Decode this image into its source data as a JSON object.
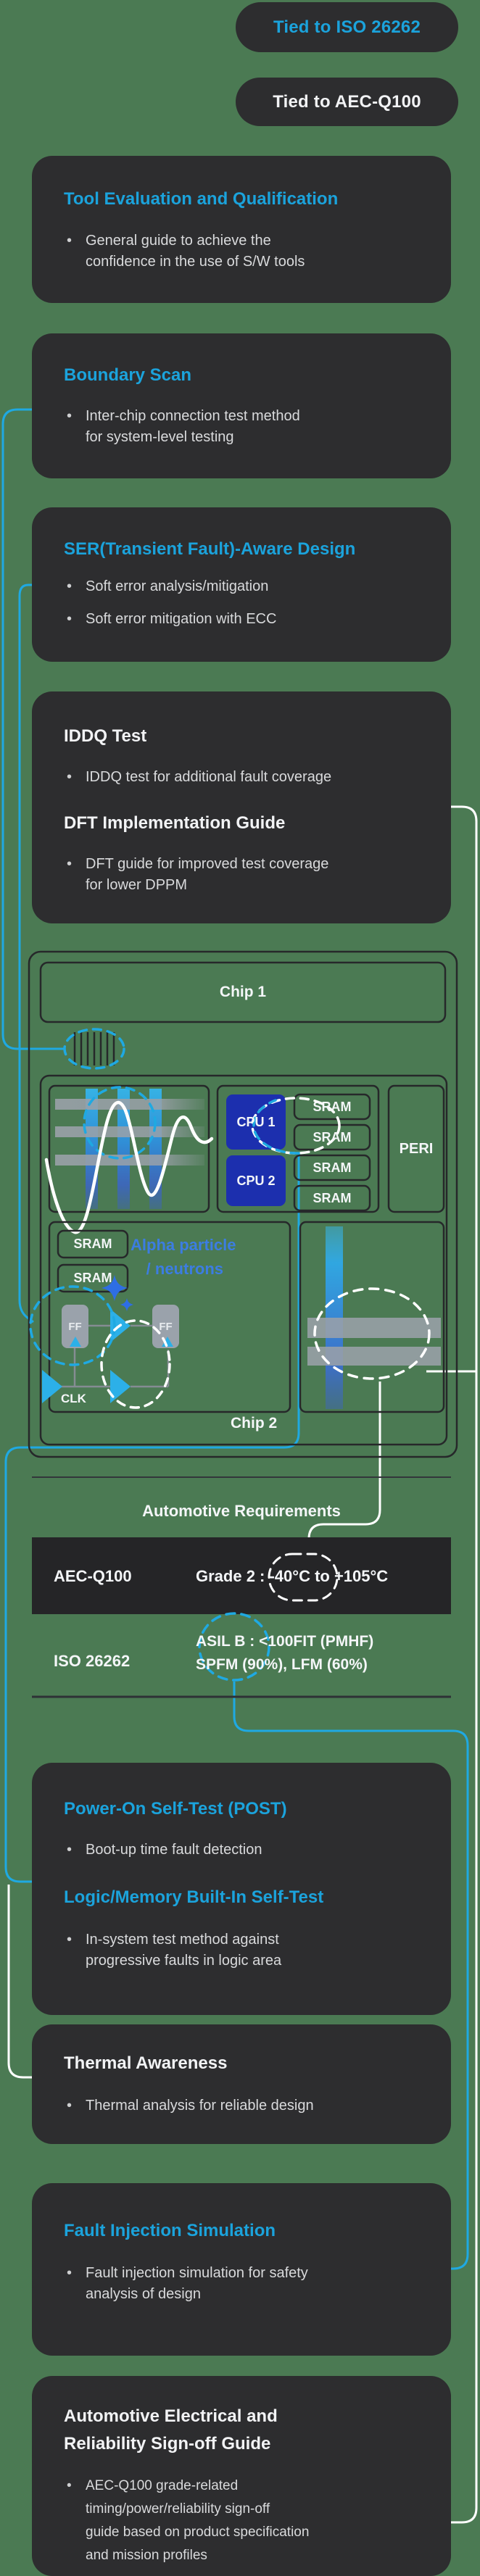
{
  "ui": {
    "bullet": "•"
  },
  "colors": {
    "background": "#4b7a53",
    "card": "#2d2d2f",
    "accent_cyan": "#1ba3dc",
    "line_cyan": "#1fa9e2",
    "line_white": "#ffffff",
    "cpu_blue": "#1c2fae",
    "alpha_blue": "#3c7de2",
    "table_band": "#252527"
  },
  "pills": {
    "iso": {
      "label": "Tied to ISO 26262"
    },
    "aec": {
      "label": "Tied to AEC-Q100"
    }
  },
  "cards": {
    "tool": {
      "heading": "Tool Evaluation and Qualification",
      "lines": [
        "General guide to achieve the",
        "confidence in the use of S/W tools"
      ]
    },
    "boundary": {
      "heading": "Boundary Scan",
      "lines": [
        "Inter-chip connection test method",
        "for system-level testing"
      ]
    },
    "ser": {
      "heading": "SER(Transient Fault)-Aware Design",
      "b1": "Soft error analysis/mitigation",
      "b2": "Soft error mitigation with ECC"
    },
    "iddq": {
      "heading1": "IDDQ Test",
      "b1": "IDDQ test for additional fault coverage",
      "heading2": "DFT Implementation Guide",
      "b2_lines": [
        "DFT guide for improved test coverage",
        "for lower DPPM"
      ]
    },
    "post": {
      "heading1": "Power-On Self-Test (POST)",
      "b1": "Boot-up time fault detection",
      "heading2": "Logic/Memory Built-In Self-Test",
      "b2_lines": [
        "In-system test method against",
        "progressive faults in logic area"
      ]
    },
    "thermal": {
      "heading": "Thermal Awareness",
      "b1": "Thermal analysis for reliable design"
    },
    "fault": {
      "heading": "Fault Injection Simulation",
      "lines": [
        "Fault injection simulation for safety",
        "analysis of design"
      ]
    },
    "signoff": {
      "heading_lines": [
        "Automotive Electrical and",
        "Reliability Sign-off Guide"
      ],
      "lines": [
        "AEC-Q100 grade-related",
        "timing/power/reliability sign-off",
        "guide based on product specification",
        "and mission profiles"
      ]
    }
  },
  "diagram": {
    "chip1": "Chip 1",
    "chip2": "Chip 2",
    "cpu1": "CPU 1",
    "cpu2": "CPU 2",
    "sram": "SRAM",
    "peri": "PERI",
    "ff": "FF",
    "clk": "CLK",
    "alpha_line1": "Alpha particle",
    "alpha_line2": "/ neutrons"
  },
  "table": {
    "title": "Automotive Requirements",
    "row1": {
      "label": "AEC-Q100",
      "value": "Grade 2 : -40°C to +105°C"
    },
    "row2": {
      "label": "ISO 26262",
      "value_line1": "ASIL B : <100FIT (PMHF)",
      "value_line2": "SPFM (90%), LFM (60%)"
    }
  }
}
